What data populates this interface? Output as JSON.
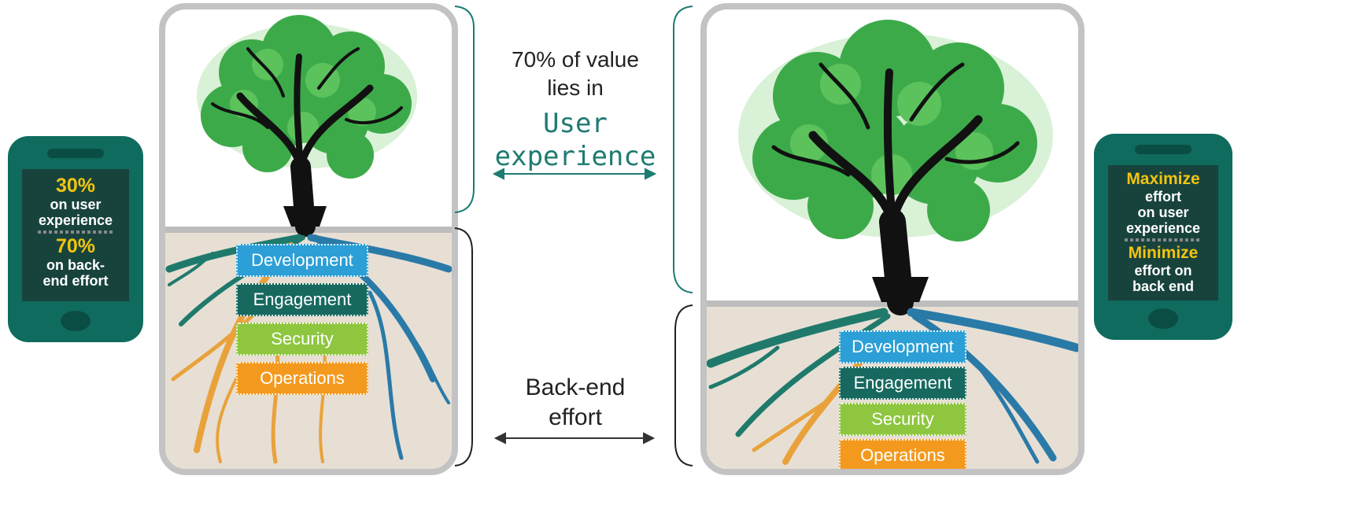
{
  "left_phone": {
    "pct1": "30%",
    "line1": "on user",
    "line2": "experience",
    "pct2": "70%",
    "line3": "on back-",
    "line4": "end effort"
  },
  "right_phone": {
    "word1": "Maximize",
    "line1": "effort",
    "line2": "on user",
    "line3": "experience",
    "word2": "Minimize",
    "line4": "effort on",
    "line5": "back end"
  },
  "tags": {
    "development": "Development",
    "engagement": "Engagement",
    "security": "Security",
    "operations": "Operations"
  },
  "center": {
    "value_line1": "70% of value",
    "value_line2": "lies in",
    "ux_line1": "User",
    "ux_line2": "experience",
    "backend_line1": "Back-end",
    "backend_line2": "effort"
  },
  "colors": {
    "accent_teal": "#1e7b72",
    "phone": "#0f6b5e",
    "development": "#2b9fd6",
    "engagement": "#17695f",
    "security": "#8ec63f",
    "operations": "#f39a1e",
    "highlight": "#f1c40f"
  }
}
